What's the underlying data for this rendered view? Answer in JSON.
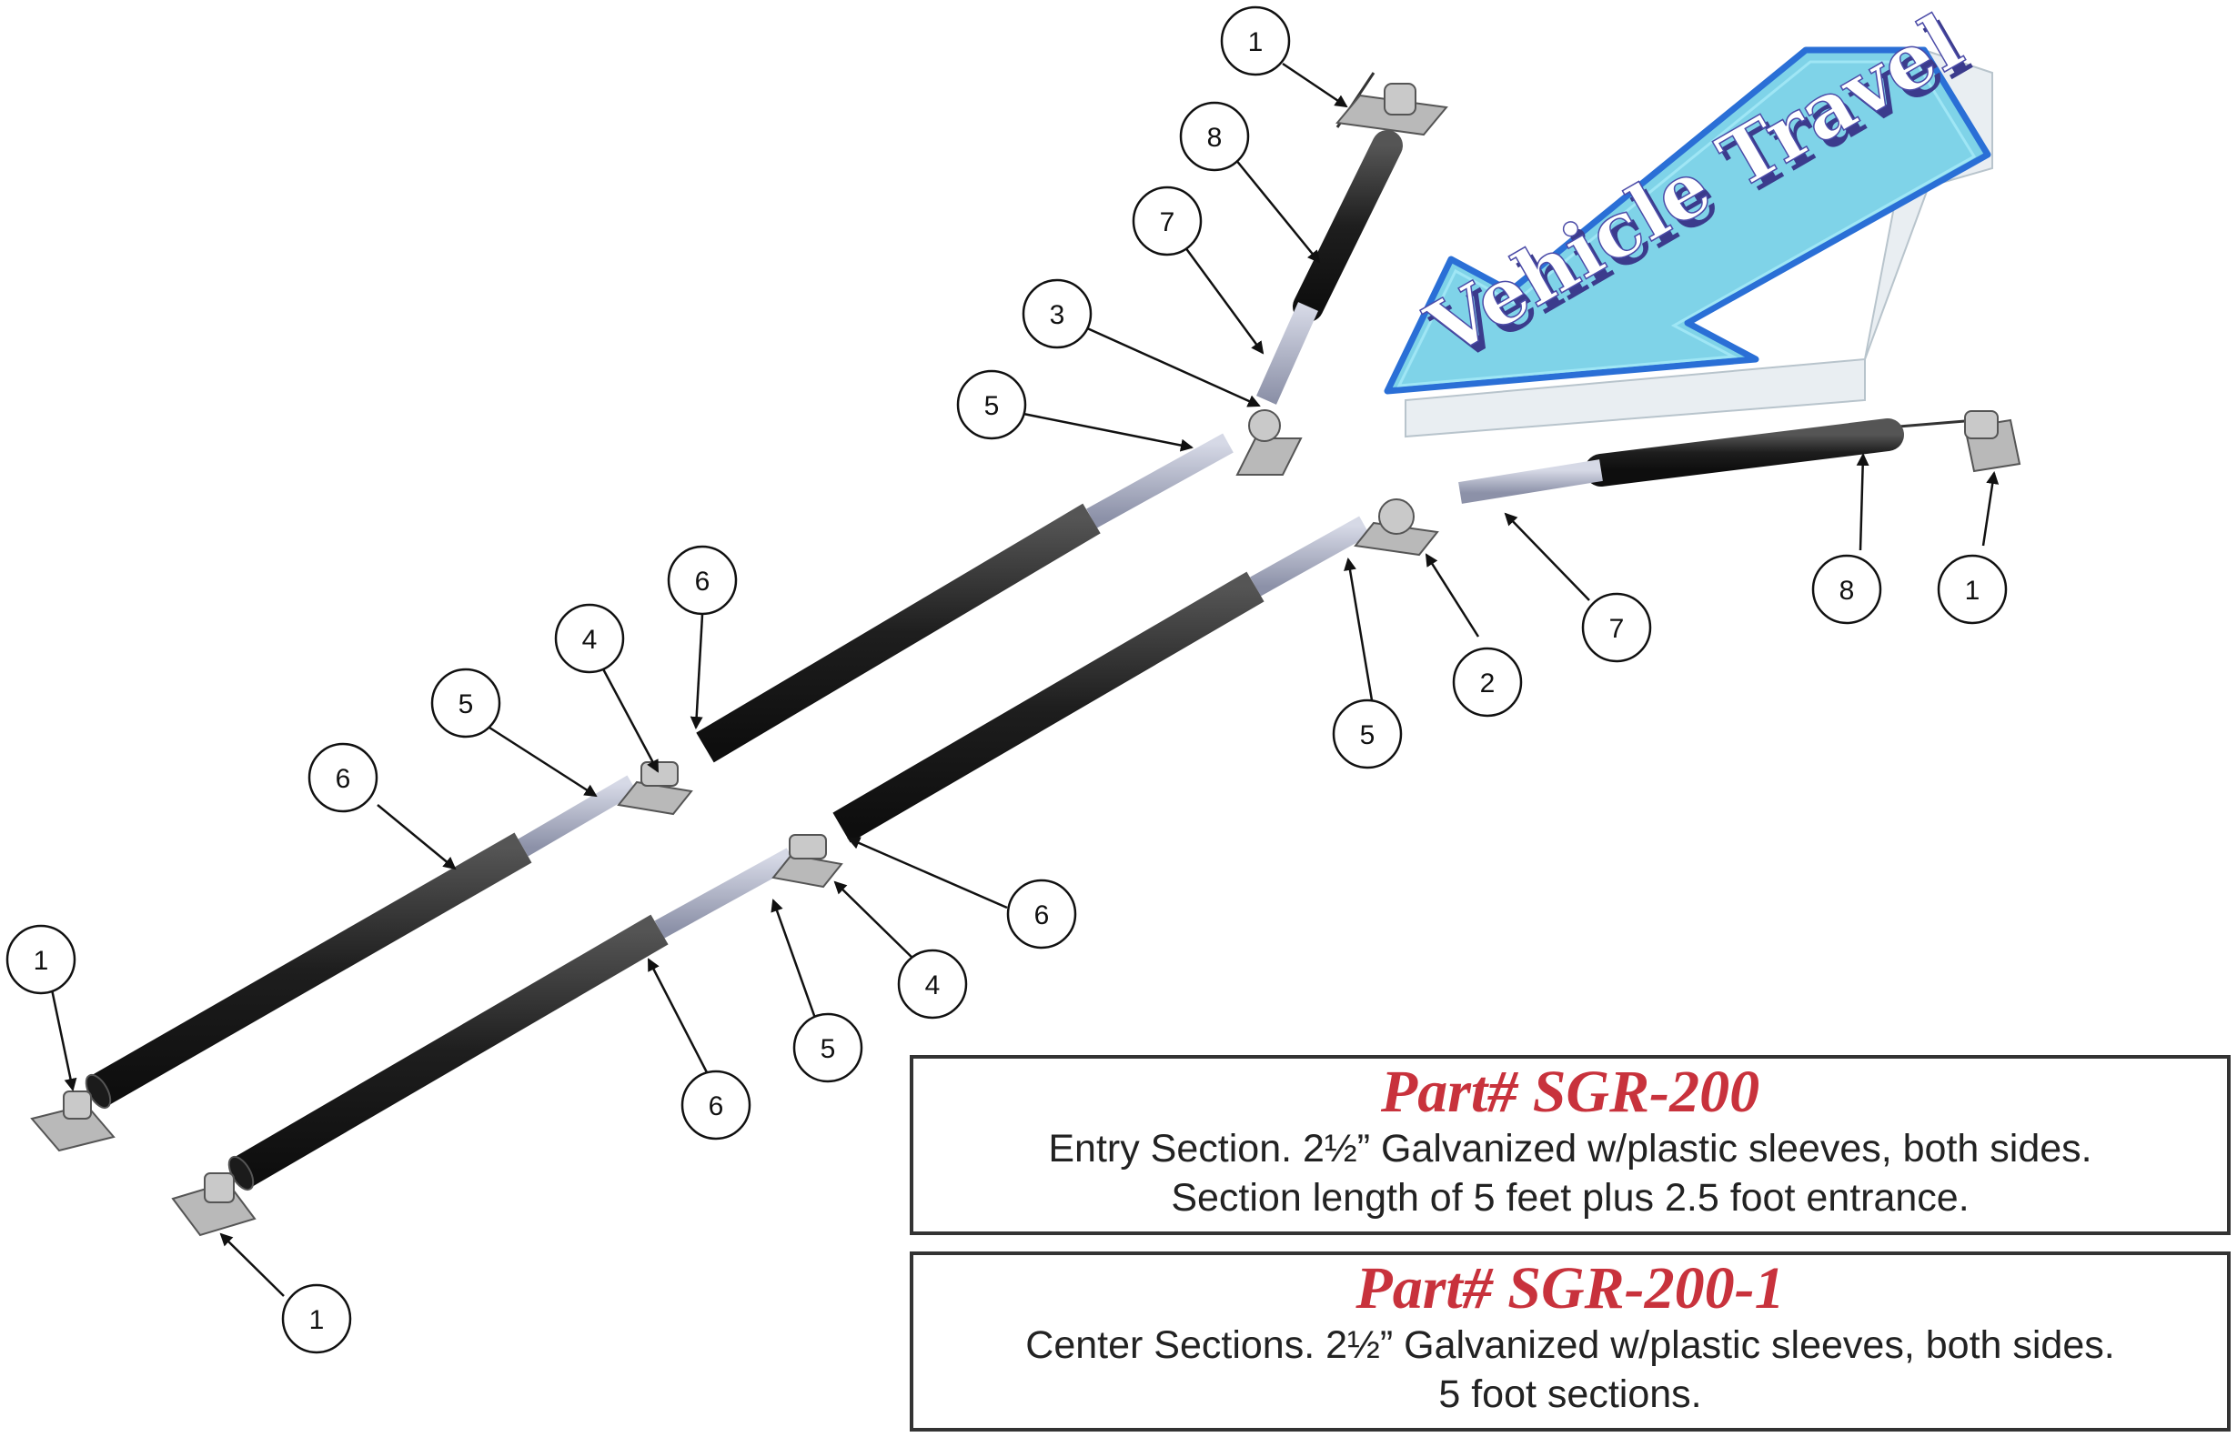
{
  "banner": {
    "text": "Vehicle Travel",
    "fill_color": "#7fd3e8",
    "outline_color": "#2a6fd6",
    "text_color": "#ffffff",
    "text_shadow_color": "#3b3b8c"
  },
  "callouts": {
    "c1": "1",
    "c2": "8",
    "c3": "7",
    "c4": "3",
    "c5": "5",
    "c6": "6",
    "c7": "4",
    "c8": "5",
    "c9": "6",
    "c10": "1",
    "c11": "5",
    "c12": "2",
    "c13": "7",
    "c14": "8",
    "c15": "1",
    "c16": "6",
    "c17": "4",
    "c18": "5",
    "c19": "6",
    "c20": "1"
  },
  "parts": [
    {
      "part_number": "Part# SGR-200",
      "line1": "Entry Section. 2½” Galvanized w/plastic sleeves, both sides.",
      "line2": "Section length of 5 feet plus 2.5 foot entrance."
    },
    {
      "part_number": "Part# SGR-200-1",
      "line1": "Center Sections. 2½” Galvanized w/plastic sleeves, both sides.",
      "line2": "5 foot sections."
    }
  ],
  "colors": {
    "sleeve": "#2b2b2b",
    "pipe": "#a9aec4",
    "bracket": "#b9b9b9",
    "title_red": "#c8323c"
  }
}
